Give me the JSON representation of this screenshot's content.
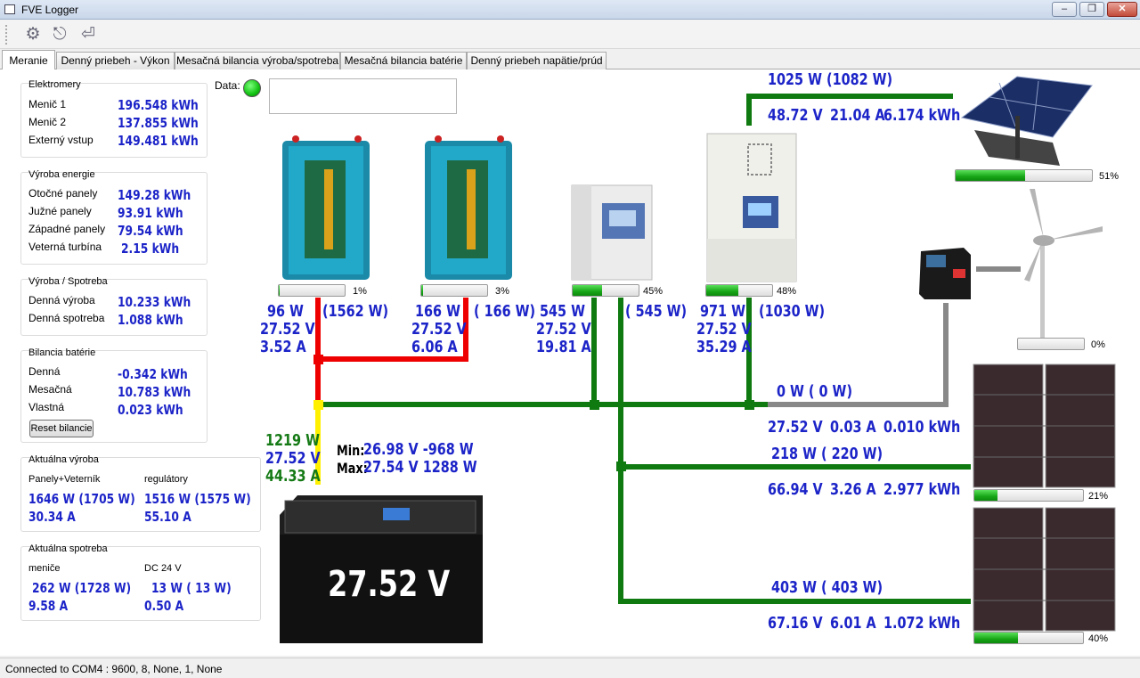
{
  "window": {
    "title": "FVE Logger"
  },
  "toolbar": {
    "icons": [
      "gear-icon",
      "connect-icon",
      "disconnect-icon"
    ]
  },
  "tabs": [
    "Meranie",
    "Denný priebeh - Výkon",
    "Mesačná bilancia výroba/spotreba",
    "Mesačná bilancia batérie",
    "Denný priebeh napätie/prúd"
  ],
  "elektromery": {
    "title": "Elektromery",
    "rows": [
      {
        "label": "Menič 1",
        "value": "196.548 kWh"
      },
      {
        "label": "Menič 2",
        "value": "137.855 kWh"
      },
      {
        "label": "Externý vstup",
        "value": "149.481 kWh"
      }
    ]
  },
  "vyroba": {
    "title": "Výroba energie",
    "rows": [
      {
        "label": "Otočné panely",
        "value": "149.28 kWh"
      },
      {
        "label": "Južné panely",
        "value": "93.91 kWh"
      },
      {
        "label": "Západné panely",
        "value": "79.54 kWh"
      },
      {
        "label": "Veterná turbína",
        "value": "2.15 kWh"
      }
    ]
  },
  "vyroba_spotreba": {
    "title": "Výroba / Spotreba",
    "rows": [
      {
        "label": "Denná výroba",
        "value": "10.233 kWh"
      },
      {
        "label": "Denná spotreba",
        "value": "1.088 kWh"
      }
    ]
  },
  "bilancia": {
    "title": "Bilancia batérie",
    "rows": [
      {
        "label": "Denná",
        "value": "-0.342 kWh"
      },
      {
        "label": "Mesačná",
        "value": "10.783 kWh"
      },
      {
        "label": "Vlastná",
        "value": "0.023 kWh"
      }
    ],
    "reset": "Reset bilancie"
  },
  "aktualna_vyroba": {
    "title": "Aktuálna výroba",
    "c1_label": "Panely+Veterník",
    "c2_label": "regulátory",
    "c1_power": "1646 W (1705 W)",
    "c1_current": "30.34 A",
    "c2_power": "1516 W (1575 W)",
    "c2_current": "55.10 A"
  },
  "aktualna_spotreba": {
    "title": "Aktuálna spotreba",
    "c1_label": "meniče",
    "c2_label": "DC 24 V",
    "c1_power": "262 W (1728 W)",
    "c1_current": "9.58 A",
    "c2_power": "13 W (  13 W)",
    "c2_current": "0.50 A"
  },
  "data_label": "Data:",
  "inverter1": {
    "power": "96 W",
    "peak": "(1562 W)",
    "voltage": "27.52 V",
    "current": "3.52 A",
    "pct": "1%",
    "load": 0.01
  },
  "inverter2": {
    "power": "166 W",
    "peak": "( 166 W)",
    "voltage": "27.52 V",
    "current": "6.06 A",
    "pct": "3%",
    "load": 0.03
  },
  "regulator1": {
    "power": "545 W",
    "peak": "( 545 W)",
    "voltage": "27.52 V",
    "current": "19.81 A",
    "pct": "45%",
    "load": 0.45
  },
  "regulator2": {
    "power": "971 W",
    "peak": "(1030 W)",
    "voltage": "27.52 V",
    "current": "35.29 A",
    "pct": "48%",
    "load": 0.48
  },
  "battery": {
    "power": "1219 W",
    "voltage": "27.52 V",
    "current": "44.33 A",
    "display": "27.52 V",
    "min_label": "Min:",
    "min_value": "26.98 V -968 W",
    "max_label": "Max:",
    "max_value": "27.54 V 1288 W"
  },
  "panel_rotating": {
    "power": "1025 W (1082 W)",
    "voltage": "48.72 V",
    "current": "21.04 A",
    "energy": "6.174 kWh",
    "pct": "51%",
    "load": 0.51
  },
  "wind": {
    "power": "0 W (   0 W)",
    "voltage": "27.52 V",
    "current": "0.03 A",
    "energy": "0.010 kWh",
    "pct": "0%",
    "load": 0.0
  },
  "panel_south": {
    "power": "218 W ( 220 W)",
    "voltage": "66.94 V",
    "current": "3.26 A",
    "energy": "2.977 kWh",
    "pct": "21%",
    "load": 0.21
  },
  "panel_west": {
    "power": "403 W ( 403 W)",
    "voltage": "67.16 V",
    "current": "6.01 A",
    "energy": "1.072 kWh",
    "pct": "40%",
    "load": 0.4
  },
  "status": "Connected to COM4 : 9600, 8, None, 1, None"
}
